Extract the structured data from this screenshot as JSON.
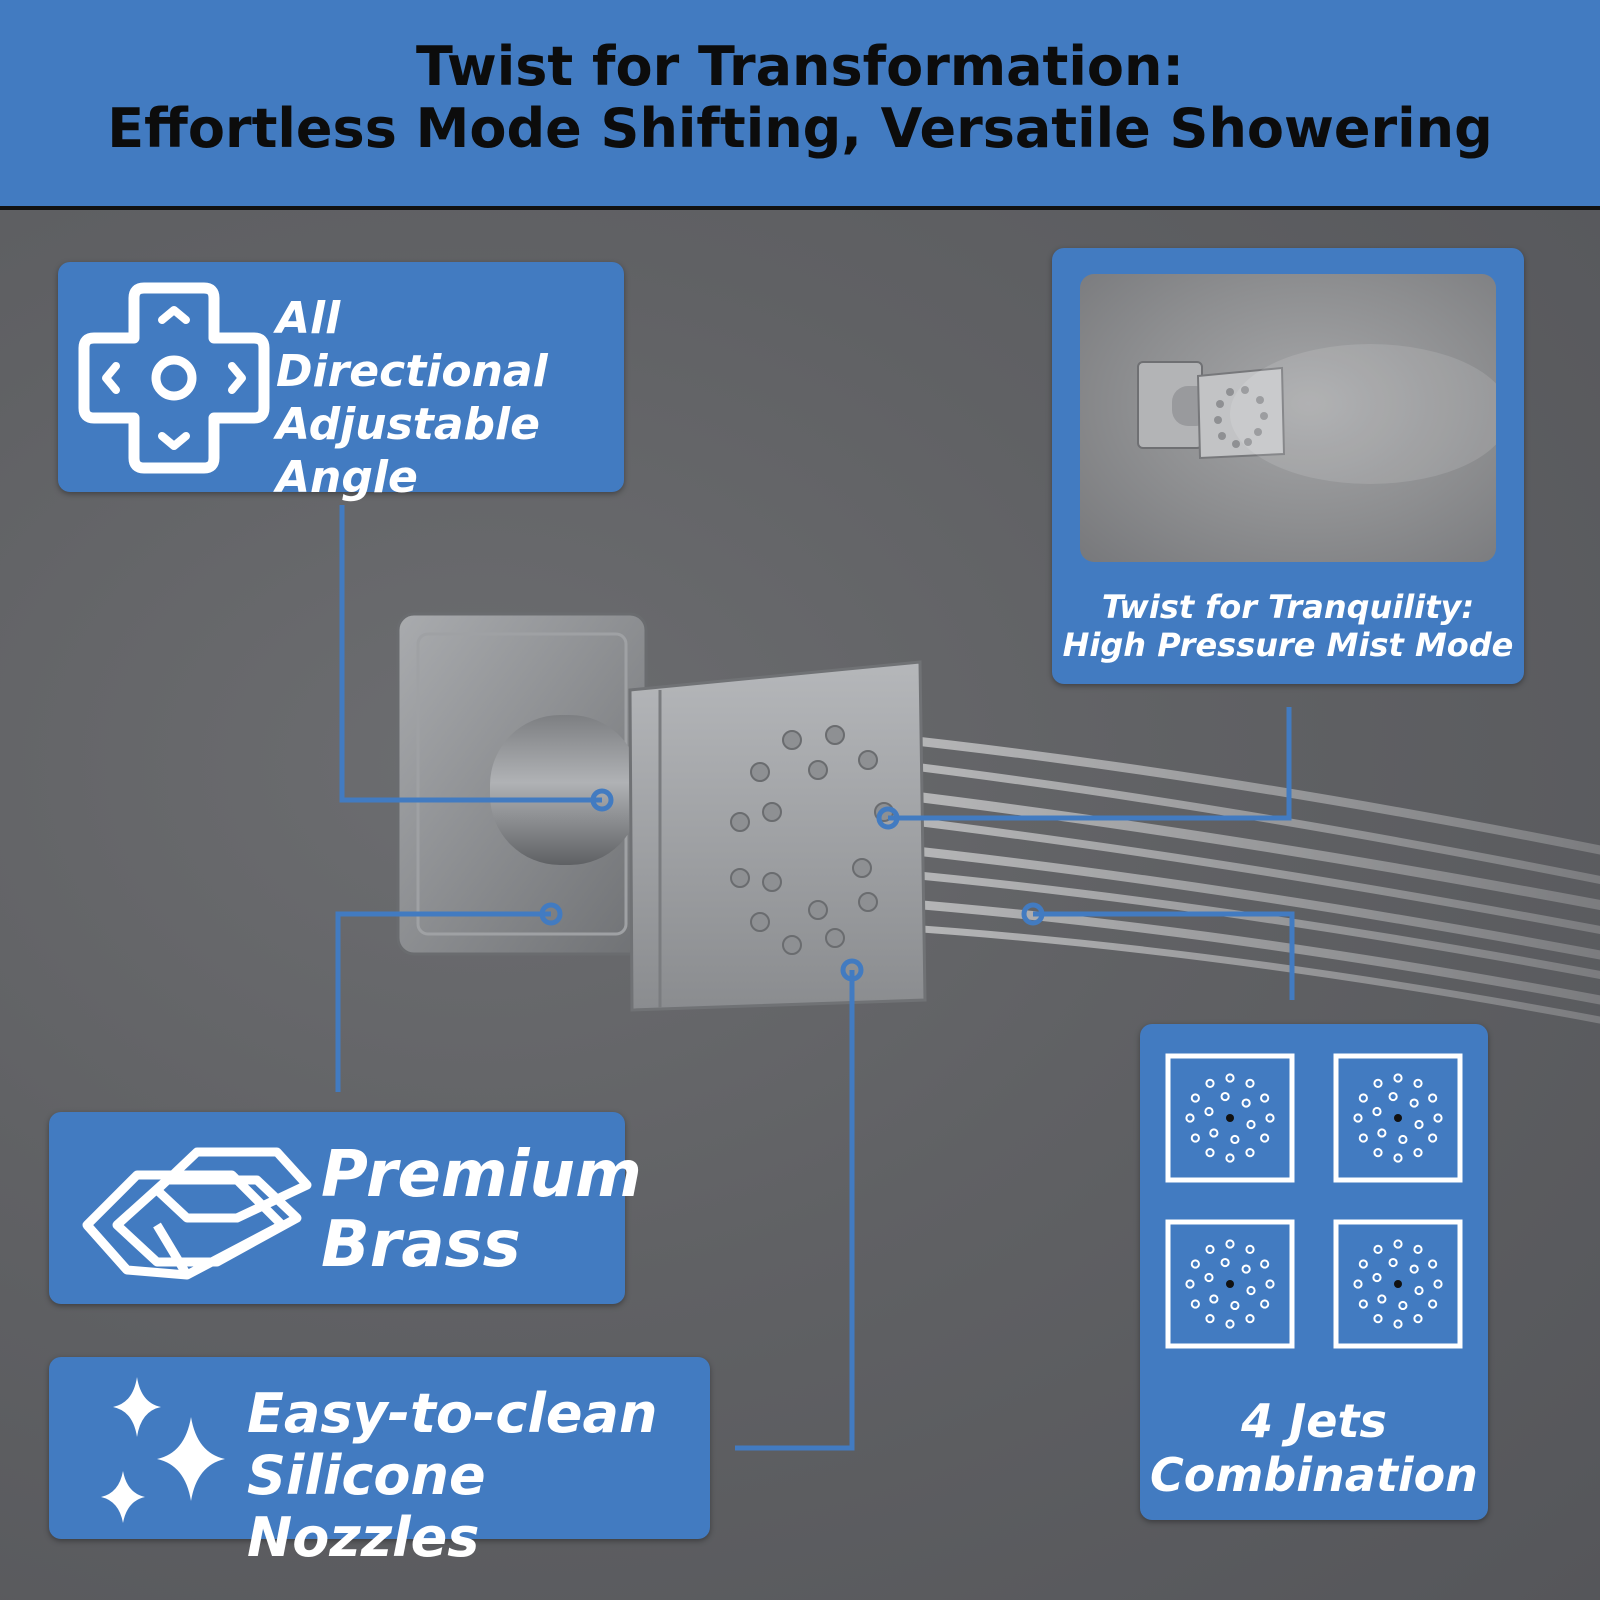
{
  "header": {
    "line1": "Twist for Transformation:",
    "line2": "Effortless Mode Shifting, Versatile Showering"
  },
  "colors": {
    "accent": "#427bc1",
    "wall": "#5f6063",
    "text": "#ffffff",
    "title": "#0c0c0c"
  },
  "features": {
    "angle": {
      "icon": "directional-pad-icon",
      "lines": [
        "All Directional",
        "Adjustable",
        "Angle"
      ]
    },
    "mist": {
      "icon": "mist-photo",
      "lines": [
        "Twist for Tranquility:",
        "High Pressure Mist Mode"
      ]
    },
    "brass": {
      "icon": "brass-bars-icon",
      "lines": [
        "Premium",
        "Brass"
      ]
    },
    "nozzles": {
      "icon": "sparkle-icon",
      "lines": [
        "Easy-to-clean",
        "Silicone Nozzles"
      ]
    },
    "jets": {
      "icon": "jet-pattern-icon",
      "jet_count": 4,
      "lines": [
        "4 Jets",
        "Combination"
      ]
    }
  }
}
